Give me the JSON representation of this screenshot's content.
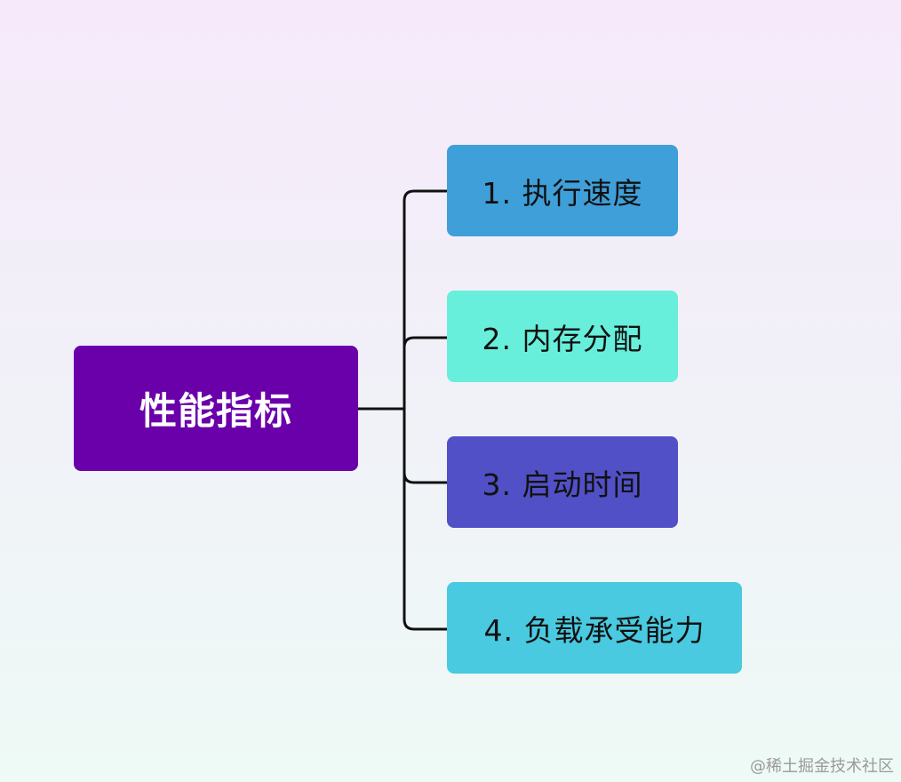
{
  "root": {
    "label": "性能指标",
    "color": "#6a00aa"
  },
  "children": [
    {
      "label": "1. 执行速度",
      "color": "#3f9fd9"
    },
    {
      "label": "2. 内存分配",
      "color": "#67efdb"
    },
    {
      "label": "3. 启动时间",
      "color": "#5150c6"
    },
    {
      "label": "4. 负载承受能力",
      "color": "#49cae0"
    }
  ],
  "connector_color": "#111111",
  "watermark": "@稀土掘金技术社区"
}
